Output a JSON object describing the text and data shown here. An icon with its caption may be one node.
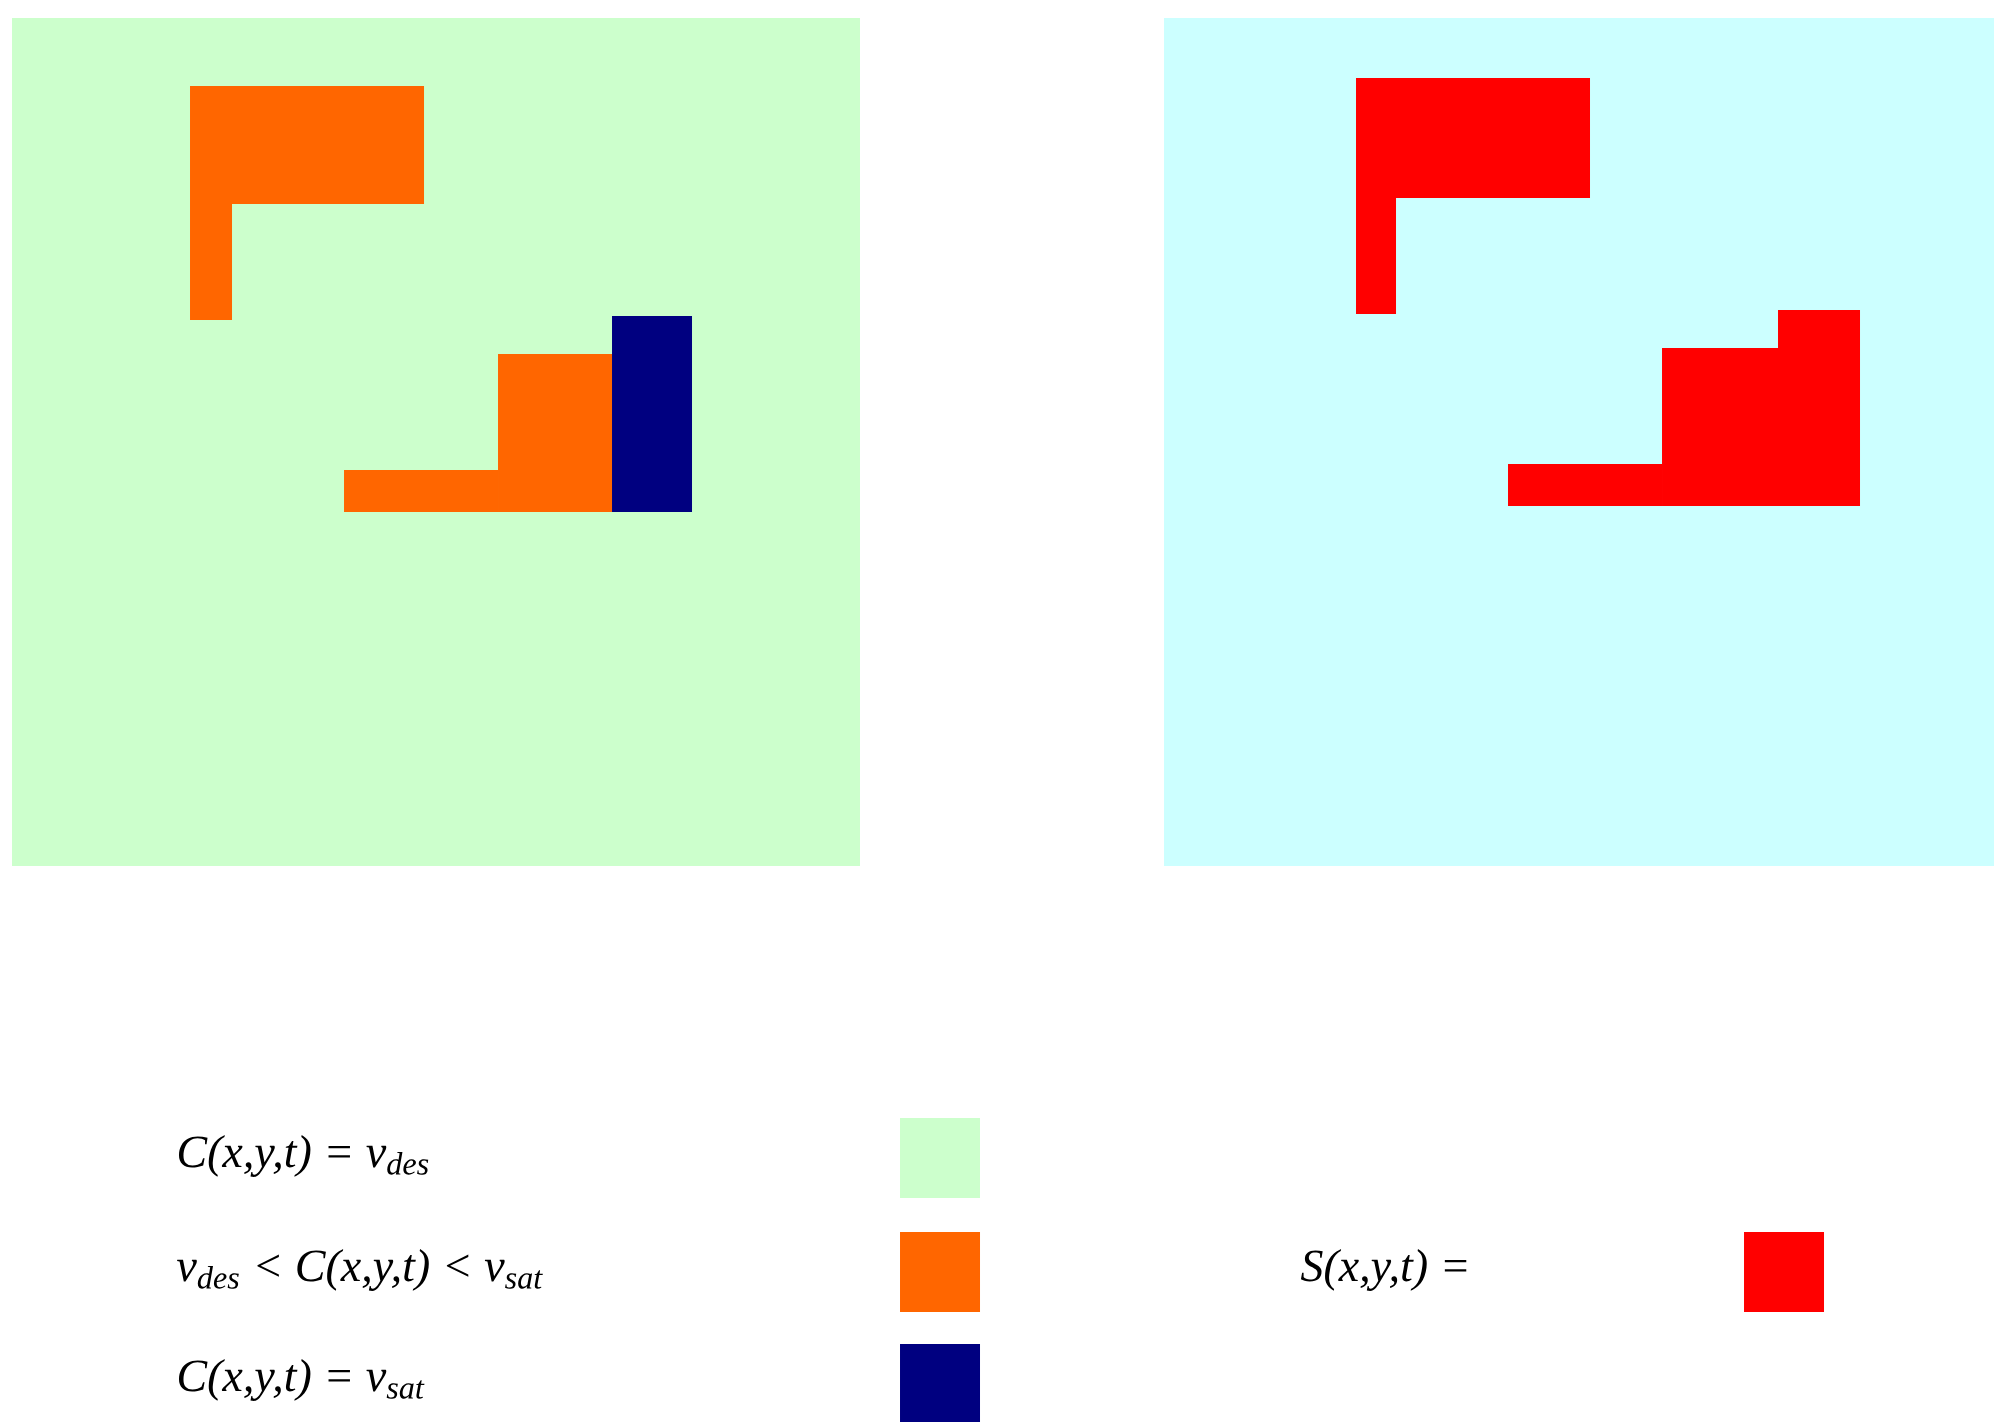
{
  "diagram": {
    "legend": [
      {
        "text": "C(x,y,t) = v$_{des}$",
        "color": "#ccffcc"
      },
      {
        "text": "v$_{des}$ < C(x,y,t) < v$_{sat}$",
        "color": "#ff6600"
      },
      {
        "text": "C(x,y,t) = v$_{sat}$",
        "color": "#000080"
      },
      {
        "text": "S(x,y,t) =",
        "color": "#ff0000"
      }
    ]
  }
}
